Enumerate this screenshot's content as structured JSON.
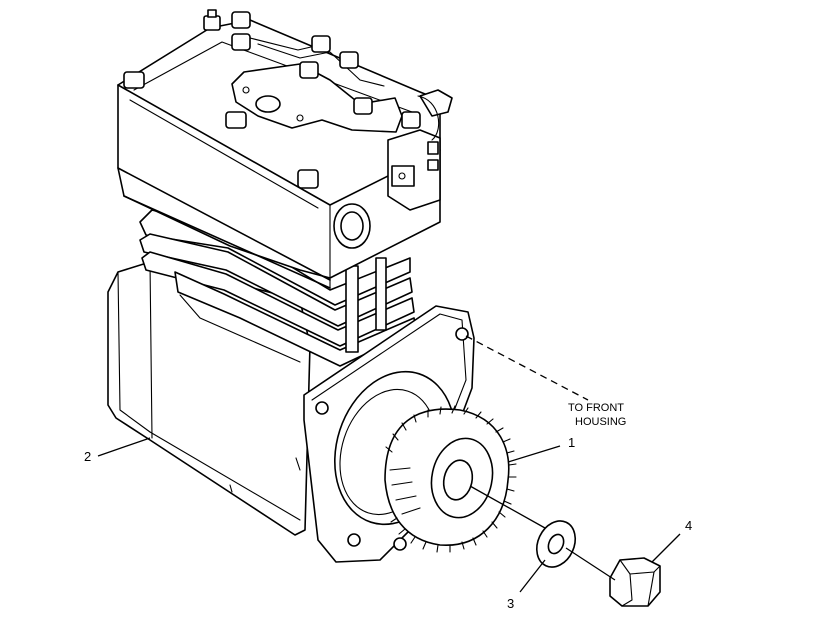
{
  "diagram": {
    "callouts": [
      {
        "id": "1",
        "label": "1"
      },
      {
        "id": "2",
        "label": "2"
      },
      {
        "id": "3",
        "label": "3"
      },
      {
        "id": "4",
        "label": "4"
      }
    ],
    "note": {
      "line1": "TO FRONT",
      "line2": "HOUSING"
    }
  }
}
